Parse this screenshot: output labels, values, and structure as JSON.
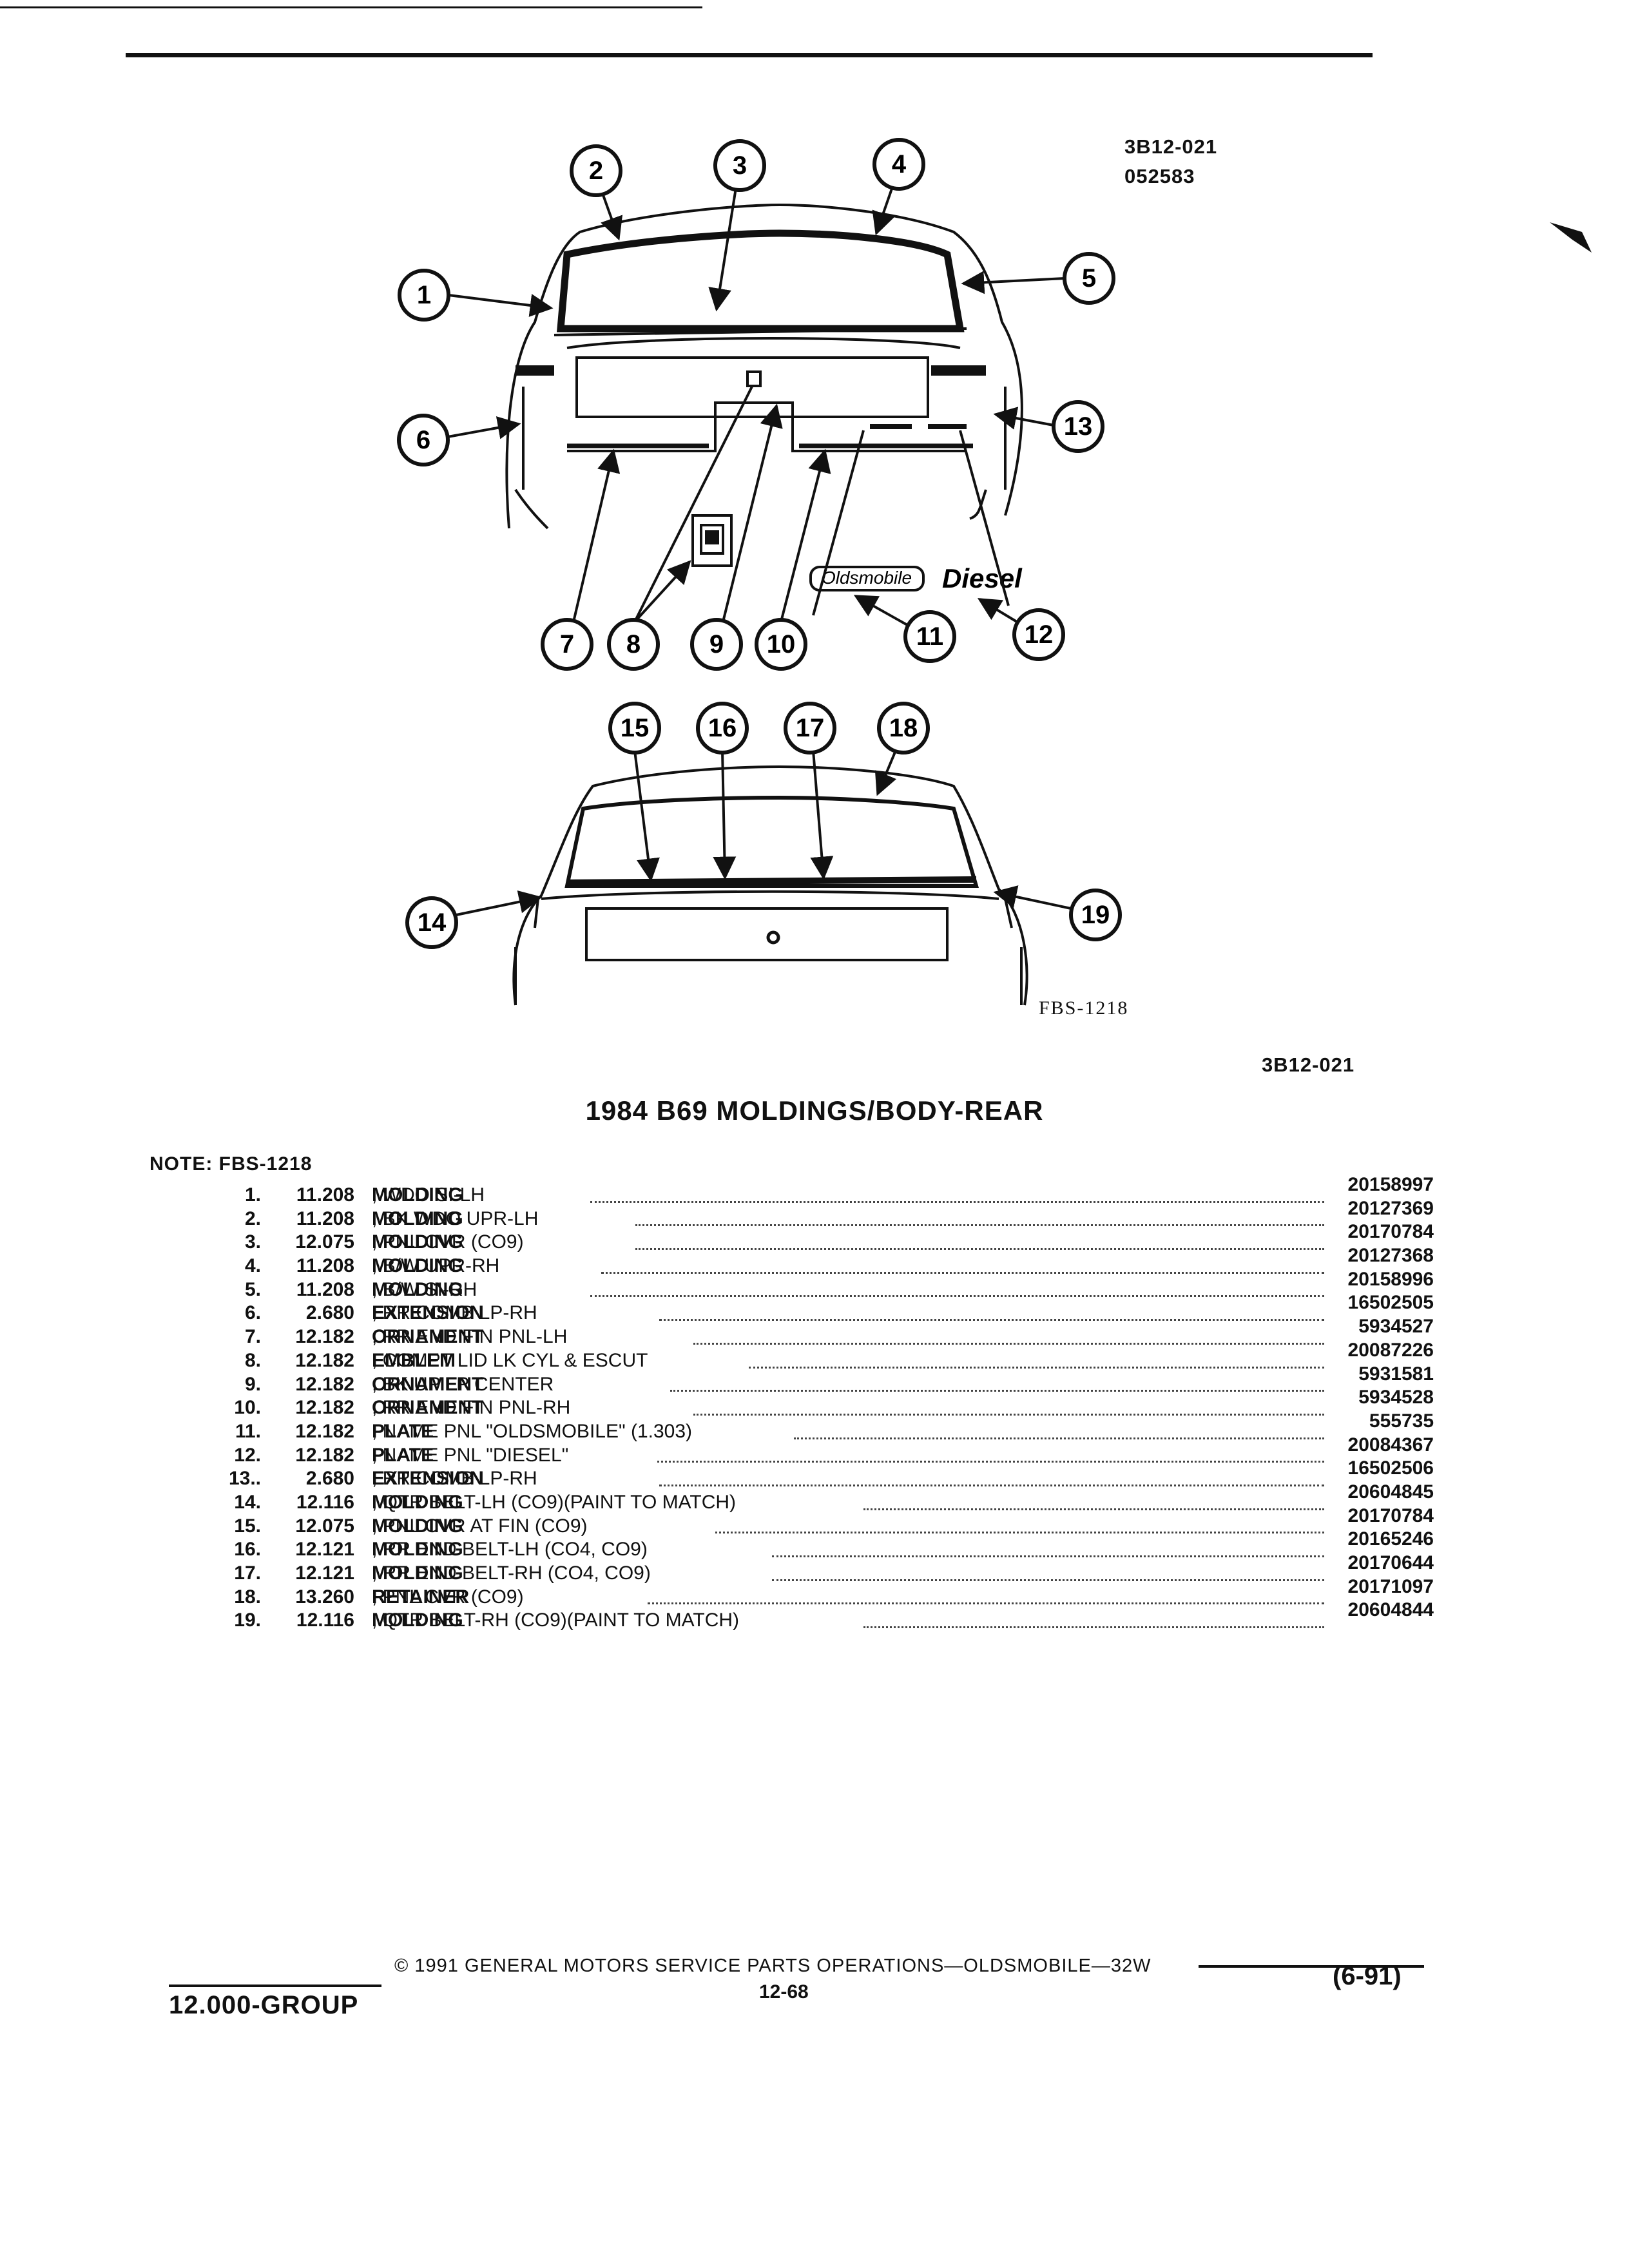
{
  "header": {
    "illustration_code": "3B12-021",
    "illustration_date": "052583",
    "figure_ref": "FBS-1218",
    "section_code": "3B12-021"
  },
  "diagram": {
    "callouts": [
      "1",
      "2",
      "3",
      "4",
      "5",
      "6",
      "7",
      "8",
      "9",
      "10",
      "11",
      "12",
      "13",
      "14",
      "15",
      "16",
      "17",
      "18",
      "19"
    ],
    "badge_oldsmobile": "Oldsmobile",
    "badge_diesel": "Diesel"
  },
  "title": "1984 B69 MOLDINGS/BODY-REAR",
  "note": "NOTE:  FBS-1218",
  "parts": [
    {
      "num": "1.",
      "group": "11.208",
      "name": "MOLDING",
      "desc": ", WDO SI-LH",
      "part_no": "20158997"
    },
    {
      "num": "2.",
      "group": "11.208",
      "name": "MOLDING",
      "desc": ", BK WDO UPR-LH",
      "part_no": "20127369"
    },
    {
      "num": "3.",
      "group": "12.075",
      "name": "MOLDING",
      "desc": ", PNL CVR (CO9)",
      "part_no": "20170784"
    },
    {
      "num": "4.",
      "group": "11.208",
      "name": "MOLDING",
      "desc": ", B/W UPR-RH",
      "part_no": "20127368"
    },
    {
      "num": "5.",
      "group": "11.208",
      "name": "MOLDING",
      "desc": ", B/W SI-RH",
      "part_no": "20158996"
    },
    {
      "num": "6.",
      "group": "2.680",
      "name": "EXTENSION",
      "desc": ", RR COMB LP-RH",
      "part_no": "16502505"
    },
    {
      "num": "7.",
      "group": "12.182",
      "name": "ORNAMENT",
      "desc": ", RR END FIN PNL-LH",
      "part_no": "5934527"
    },
    {
      "num": "8.",
      "group": "12.182",
      "name": "EMBLEM",
      "desc": ", COMPT LID LK CYL & ESCUT",
      "part_no": "20087226"
    },
    {
      "num": "9.",
      "group": "12.182",
      "name": "ORNAMENT",
      "desc": ", BK UP LP CENTER",
      "part_no": "5931581"
    },
    {
      "num": "10.",
      "group": "12.182",
      "name": "ORNAMENT",
      "desc": ", RR END FIN PNL-RH",
      "part_no": "5934528"
    },
    {
      "num": "11.",
      "group": "12.182",
      "name": "PLATE",
      "desc": ", NAME PNL \"OLDSMOBILE\" (1.303)",
      "part_no": "555735"
    },
    {
      "num": "12.",
      "group": "12.182",
      "name": "PLATE",
      "desc": ", NAME PNL \"DIESEL\"",
      "part_no": "20084367"
    },
    {
      "num": "13..",
      "group": "2.680",
      "name": "EXTENSION",
      "desc": ", RR COMB LP-RH",
      "part_no": "16502506"
    },
    {
      "num": "14.",
      "group": "12.116",
      "name": "MOLDING",
      "desc": ", QTR BELT-LH (CO9)(PAINT TO MATCH)",
      "part_no": "20604845"
    },
    {
      "num": "15.",
      "group": "12.075",
      "name": "MOLDING",
      "desc": ", PNL CVR AT FIN (CO9)",
      "part_no": "20170784"
    },
    {
      "num": "16.",
      "group": "12.121",
      "name": "MOLDING",
      "desc": ", RR END BELT-LH (CO4, CO9)",
      "part_no": "20165246"
    },
    {
      "num": "17.",
      "group": "12.121",
      "name": "MOLDING",
      "desc": ", RR END BELT-RH (CO4, CO9)",
      "part_no": "20170644"
    },
    {
      "num": "18.",
      "group": "13.260",
      "name": "RETAINER",
      "desc": ", PNL CVR (CO9)",
      "part_no": "20171097"
    },
    {
      "num": "19.",
      "group": "12.116",
      "name": "MOLDING",
      "desc": ", QTR BELT-RH (CO9)(PAINT TO MATCH)",
      "part_no": "20604844"
    }
  ],
  "footer": {
    "group": "12.000-GROUP",
    "copyright": "©  1991  GENERAL MOTORS SERVICE PARTS OPERATIONS—OLDSMOBILE—32W",
    "page": "12-68",
    "revision": "(6-91)"
  }
}
